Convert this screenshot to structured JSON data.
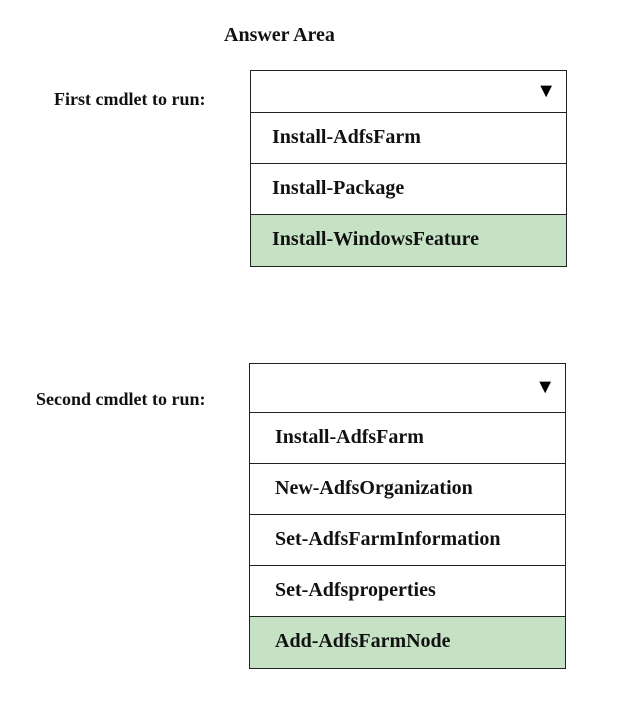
{
  "title": "Answer Area",
  "questions": [
    {
      "label": "First cmdlet to run:",
      "dropdown_icon": "triangle-down-icon",
      "options": [
        {
          "label": "Install-AdfsFarm",
          "selected": false
        },
        {
          "label": "Install-Package",
          "selected": false
        },
        {
          "label": "Install-WindowsFeature",
          "selected": true
        }
      ]
    },
    {
      "label": "Second cmdlet to run:",
      "dropdown_icon": "triangle-down-icon",
      "options": [
        {
          "label": "Install-AdfsFarm",
          "selected": false
        },
        {
          "label": "New-AdfsOrganization",
          "selected": false
        },
        {
          "label": "Set-AdfsFarmInformation",
          "selected": false
        },
        {
          "label": "Set-Adfsproperties",
          "selected": false
        },
        {
          "label": "Add-AdfsFarmNode",
          "selected": true
        }
      ]
    }
  ],
  "colors": {
    "selected_background": "#c6e2c5",
    "border": "#222222"
  }
}
